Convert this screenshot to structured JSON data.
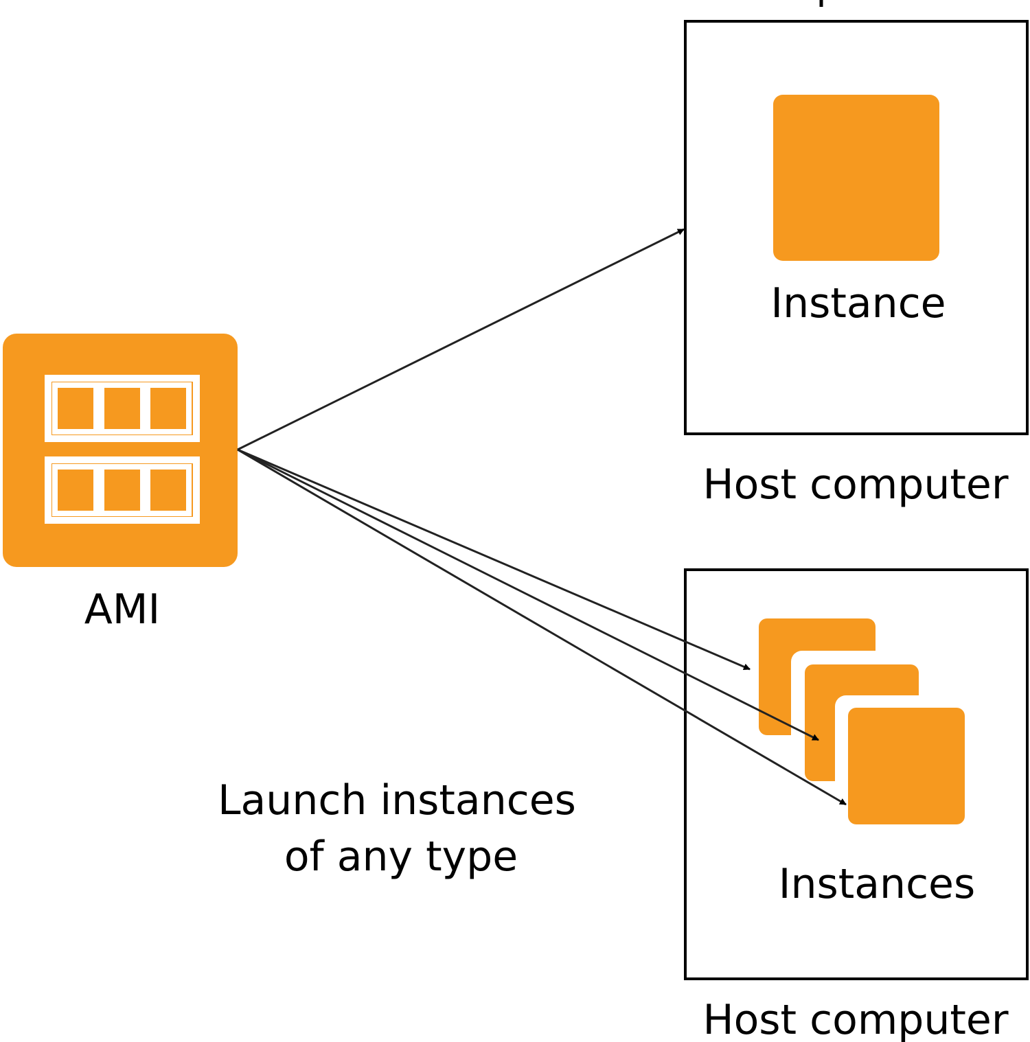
{
  "colors": {
    "accent": "#F6991F",
    "stroke": "#000000",
    "background": "#FFFFFF"
  },
  "ami": {
    "label": "AMI",
    "icon": "ami-icon"
  },
  "caption": {
    "line1": "Launch instances",
    "line2": "of any type"
  },
  "hosts": [
    {
      "label": "Host computer",
      "content_label": "Instance",
      "instance_count": 1
    },
    {
      "label": "Host computer",
      "content_label": "Instances",
      "instance_count": 3
    }
  ],
  "arrows": [
    {
      "from": "ami",
      "to": "host-1"
    },
    {
      "from": "ami",
      "to": "host-2-instance-1"
    },
    {
      "from": "ami",
      "to": "host-2-instance-2"
    },
    {
      "from": "ami",
      "to": "host-2-instance-3"
    }
  ]
}
